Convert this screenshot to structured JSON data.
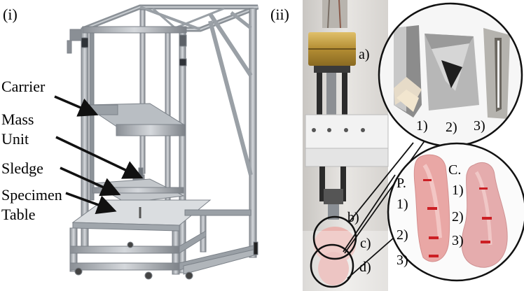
{
  "panel_i": {
    "label": "(i)",
    "callouts": {
      "carrier": "Carrier",
      "mass_unit_line1": "Mass",
      "mass_unit_line2": "Unit",
      "sledge": "Sledge",
      "specimen_table_line1": "Specimen",
      "specimen_table_line2": "Table"
    }
  },
  "panel_ii": {
    "label": "(ii)",
    "markers": {
      "a": "a)",
      "b": "b)",
      "c": "c)",
      "d": "d)"
    },
    "indenters": {
      "one": "1)",
      "two": "2)",
      "three": "3)"
    },
    "specimens": {
      "p_title": "P.",
      "c_title": "C.",
      "p1": "1)",
      "p2": "2)",
      "p3": "3)",
      "c1": "1)",
      "c2": "2)",
      "c3": "3)"
    }
  },
  "colors": {
    "frame": "#a7adb4",
    "frame_dark": "#6f757c",
    "brass": "#c7a24a",
    "tissue": "#e7a6a8",
    "marking": "#cc1f24",
    "arrow": "#111111"
  }
}
